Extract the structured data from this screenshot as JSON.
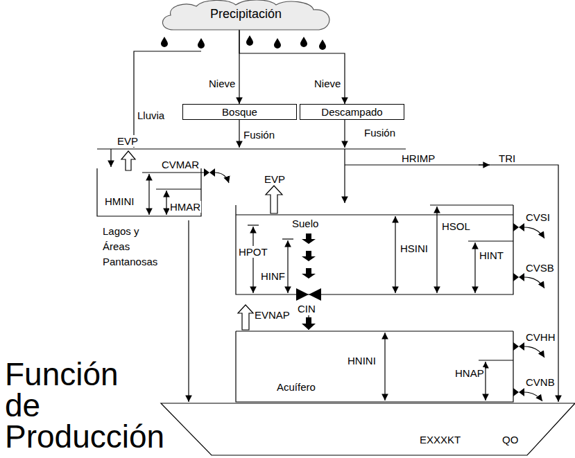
{
  "diagram": {
    "nodes": [
      {
        "text": [
          "Precipitación"
        ]
      },
      {
        "text": [
          "Bosque"
        ]
      },
      {
        "text": [
          "Descampado"
        ]
      },
      {
        "text": [
          "EXXXKT",
          "QO"
        ]
      }
    ],
    "edges": [
      {
        "from": 0,
        "to": 1,
        "label": "Nieve",
        "arrow": "to"
      },
      {
        "from": 0,
        "to": 2,
        "label": "Nieve",
        "arrow": "to"
      }
    ],
    "labels": [
      "Lluvia",
      "Fusión",
      "Fusión",
      "EVP",
      "CVMAR",
      "HMINI",
      "HMAR",
      "Lagos y Áreas Pantanosas",
      "HRIMP",
      "TRI",
      "EVP",
      "Suelo",
      "HPOT",
      "HINF",
      "HSINI",
      "HSOL",
      "CVSI",
      "HINT",
      "CVSB",
      "CIN",
      "EVNAP",
      "Acuífero",
      "HNINI",
      "HNAP",
      "CVHH",
      "CVNB",
      "Función de Producción"
    ]
  }
}
